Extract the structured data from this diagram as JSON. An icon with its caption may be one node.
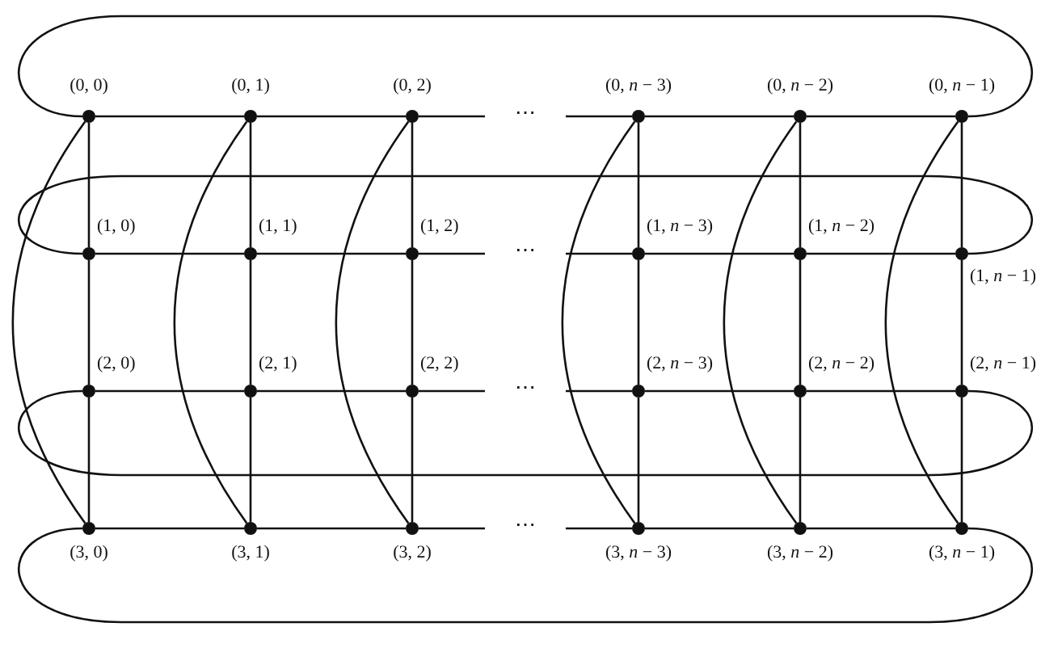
{
  "diagram": {
    "nodes": [
      {
        "text": [],
        "shape": "circle",
        "beside": [
          "(0, 0)"
        ]
      },
      {
        "text": [],
        "shape": "circle",
        "beside": [
          "(0, 1)"
        ]
      },
      {
        "text": [],
        "shape": "circle",
        "beside": [
          "(0, 2)"
        ]
      },
      {
        "text": [],
        "shape": "circle",
        "beside": [
          "(0, *n* − 3)"
        ]
      },
      {
        "text": [],
        "shape": "circle",
        "beside": [
          "(0, *n* − 2)"
        ]
      },
      {
        "text": [],
        "shape": "circle",
        "beside": [
          "(0, *n* − 1)"
        ]
      },
      {
        "text": [],
        "shape": "circle",
        "beside": [
          "(1, 0)"
        ]
      },
      {
        "text": [],
        "shape": "circle",
        "beside": [
          "(1, 1)"
        ]
      },
      {
        "text": [],
        "shape": "circle",
        "beside": [
          "(1, 2)"
        ]
      },
      {
        "text": [],
        "shape": "circle",
        "beside": [
          "(1, *n* − 3)"
        ]
      },
      {
        "text": [],
        "shape": "circle",
        "beside": [
          "(1, *n* − 2)"
        ]
      },
      {
        "text": [],
        "shape": "circle",
        "beside": [
          "(1, *n* − 1)"
        ]
      },
      {
        "text": [],
        "shape": "circle",
        "beside": [
          "(2, 0)"
        ]
      },
      {
        "text": [],
        "shape": "circle",
        "beside": [
          "(2, 1)"
        ]
      },
      {
        "text": [],
        "shape": "circle",
        "beside": [
          "(2, 2)"
        ]
      },
      {
        "text": [],
        "shape": "circle",
        "beside": [
          "(2, *n* − 3)"
        ]
      },
      {
        "text": [],
        "shape": "circle",
        "beside": [
          "(2, *n* − 2)"
        ]
      },
      {
        "text": [],
        "shape": "circle",
        "beside": [
          "(2, *n* − 1)"
        ]
      },
      {
        "text": [],
        "shape": "circle",
        "beside": [
          "(3, 0)"
        ]
      },
      {
        "text": [],
        "shape": "circle",
        "beside": [
          "(3, 1)"
        ]
      },
      {
        "text": [],
        "shape": "circle",
        "beside": [
          "(3, 2)"
        ]
      },
      {
        "text": [],
        "shape": "circle",
        "beside": [
          "(3, *n* − 3)"
        ]
      },
      {
        "text": [],
        "shape": "circle",
        "beside": [
          "(3, *n* − 2)"
        ]
      },
      {
        "text": [],
        "shape": "circle",
        "beside": [
          "(3, *n* − 1)"
        ]
      }
    ],
    "edges": [
      {
        "from": 0,
        "to": 1,
        "arrow": "none"
      },
      {
        "from": 1,
        "to": 2,
        "arrow": "none"
      },
      {
        "from": 2,
        "to": null,
        "arrow": "none"
      },
      {
        "from": null,
        "to": 3,
        "arrow": "none"
      },
      {
        "from": 3,
        "to": 4,
        "arrow": "none"
      },
      {
        "from": 4,
        "to": 5,
        "arrow": "none"
      },
      {
        "from": 6,
        "to": 7,
        "arrow": "none"
      },
      {
        "from": 7,
        "to": 8,
        "arrow": "none"
      },
      {
        "from": 8,
        "to": null,
        "arrow": "none"
      },
      {
        "from": null,
        "to": 9,
        "arrow": "none"
      },
      {
        "from": 9,
        "to": 10,
        "arrow": "none"
      },
      {
        "from": 10,
        "to": 11,
        "arrow": "none"
      },
      {
        "from": 12,
        "to": 13,
        "arrow": "none"
      },
      {
        "from": 13,
        "to": 14,
        "arrow": "none"
      },
      {
        "from": 14,
        "to": null,
        "arrow": "none"
      },
      {
        "from": null,
        "to": 15,
        "arrow": "none"
      },
      {
        "from": 15,
        "to": 16,
        "arrow": "none"
      },
      {
        "from": 16,
        "to": 17,
        "arrow": "none"
      },
      {
        "from": 18,
        "to": 19,
        "arrow": "none"
      },
      {
        "from": 19,
        "to": 20,
        "arrow": "none"
      },
      {
        "from": 20,
        "to": null,
        "arrow": "none"
      },
      {
        "from": null,
        "to": 21,
        "arrow": "none"
      },
      {
        "from": 21,
        "to": 22,
        "arrow": "none"
      },
      {
        "from": 22,
        "to": 23,
        "arrow": "none"
      },
      {
        "from": 0,
        "to": 6,
        "arrow": "none"
      },
      {
        "from": 6,
        "to": 12,
        "arrow": "none"
      },
      {
        "from": 12,
        "to": 18,
        "arrow": "none"
      },
      {
        "from": 1,
        "to": 7,
        "arrow": "none"
      },
      {
        "from": 7,
        "to": 13,
        "arrow": "none"
      },
      {
        "from": 13,
        "to": 19,
        "arrow": "none"
      },
      {
        "from": 2,
        "to": 8,
        "arrow": "none"
      },
      {
        "from": 8,
        "to": 14,
        "arrow": "none"
      },
      {
        "from": 14,
        "to": 20,
        "arrow": "none"
      },
      {
        "from": 3,
        "to": 9,
        "arrow": "none"
      },
      {
        "from": 9,
        "to": 15,
        "arrow": "none"
      },
      {
        "from": 15,
        "to": 21,
        "arrow": "none"
      },
      {
        "from": 4,
        "to": 10,
        "arrow": "none"
      },
      {
        "from": 10,
        "to": 16,
        "arrow": "none"
      },
      {
        "from": 16,
        "to": 22,
        "arrow": "none"
      },
      {
        "from": 5,
        "to": 11,
        "arrow": "none"
      },
      {
        "from": 11,
        "to": 17,
        "arrow": "none"
      },
      {
        "from": 17,
        "to": 23,
        "arrow": "none"
      },
      {
        "from": 0,
        "to": 5,
        "arrow": "none"
      },
      {
        "from": 6,
        "to": 11,
        "arrow": "none"
      },
      {
        "from": 12,
        "to": 17,
        "arrow": "none"
      },
      {
        "from": 18,
        "to": 23,
        "arrow": "none"
      },
      {
        "from": 0,
        "to": 18,
        "arrow": "none"
      },
      {
        "from": 1,
        "to": 19,
        "arrow": "none"
      },
      {
        "from": 2,
        "to": 20,
        "arrow": "none"
      },
      {
        "from": 3,
        "to": 21,
        "arrow": "none"
      },
      {
        "from": 4,
        "to": 22,
        "arrow": "none"
      },
      {
        "from": 5,
        "to": 23,
        "arrow": "none"
      }
    ],
    "labels": [
      "⋯",
      "⋯",
      "⋯",
      "⋯"
    ]
  }
}
